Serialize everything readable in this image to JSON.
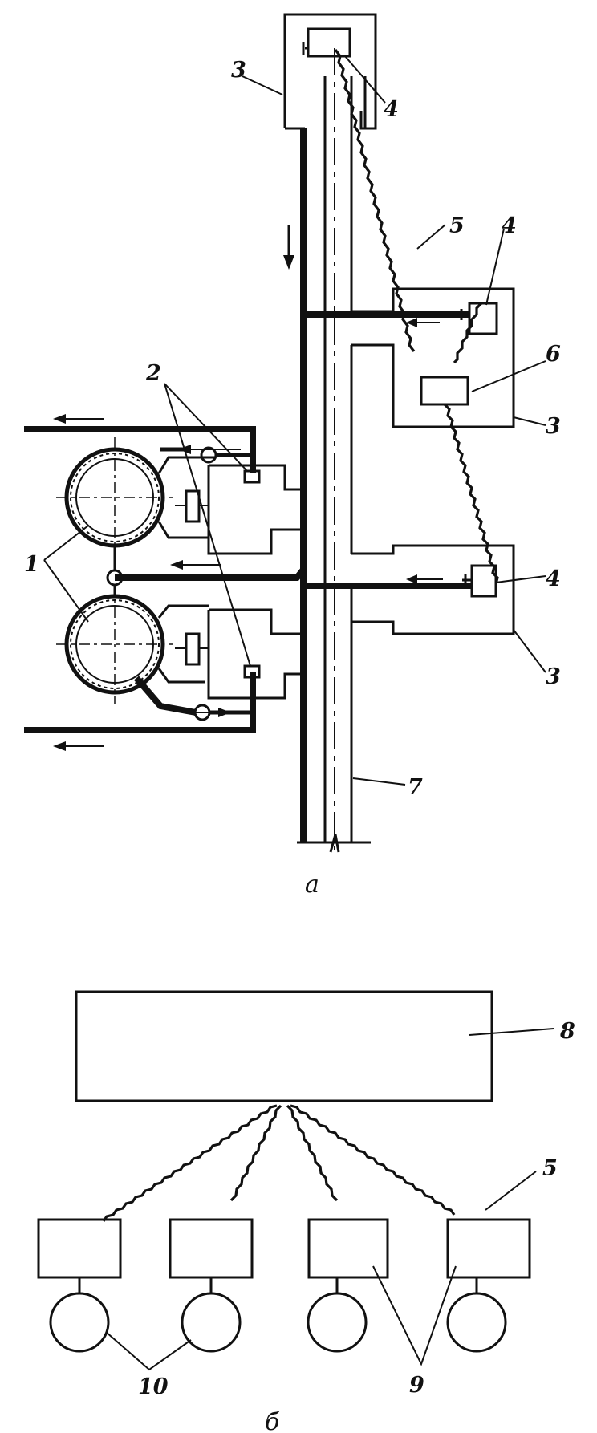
{
  "labels": {
    "l1": "1",
    "l2": "2",
    "l3_top": "3",
    "l3_mid": "3",
    "l3_low": "3",
    "l4_top": "4",
    "l4_mid": "4",
    "l4_low": "4",
    "l5_top": "5",
    "l6": "6",
    "l7": "7",
    "l8": "8",
    "l5_bottom": "5",
    "l9": "9",
    "l10": "10"
  },
  "subfigures": {
    "a": "а",
    "b": "б"
  }
}
